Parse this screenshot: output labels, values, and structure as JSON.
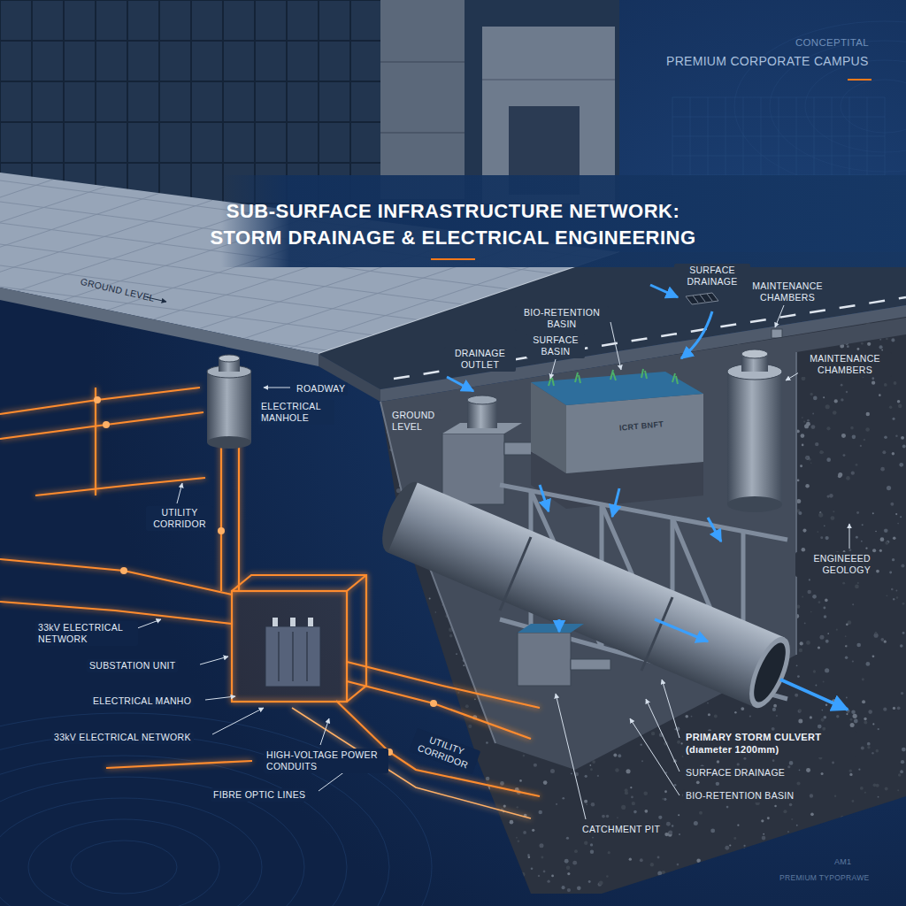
{
  "diagram": {
    "title": "SUB-SURFACE INFRASTRUCTURE NETWORK: STORM DRAINAGE & ELECTRICAL ENGINEERING",
    "labels": [
      "CONCEPTITAL",
      "PREMIUM CORPORATE CAMPUS",
      "GROUND LEVEL",
      "ROADWAY",
      "ELECTRICAL MANHOLE",
      "UTILITY CORRIDOR",
      "33kV ELECTRICAL NETWORK",
      "SUBSTATION UNIT",
      "ELECTRICAL MANHO",
      "33kV ELECTRICAL NETWORK",
      "HIGH-VOLTAGE POWER CONDUITS",
      "FIBRE OPTIC LINES",
      "UTILITY CORRIDOR",
      "SURFACE DRAINAGE",
      "BIO-RETENTION BASIN",
      "MAINTENANCE CHAMBERS",
      "SURFACE BASIN",
      "DRAINAGE OUTLET",
      "MAINTENANCE CHAMBERS",
      "GROUND LEVEL",
      "ICRT BNFT",
      "ENGINEEED GEOLOGY",
      "PRIMARY STORM CULVERT (dıameter 1200mm)",
      "SURFACE DRAINAGE",
      "BIO-RETENTION BASIN",
      "CATCHMENT PIT",
      "AM1",
      "PREMIUM TYPOPRAWE"
    ]
  }
}
